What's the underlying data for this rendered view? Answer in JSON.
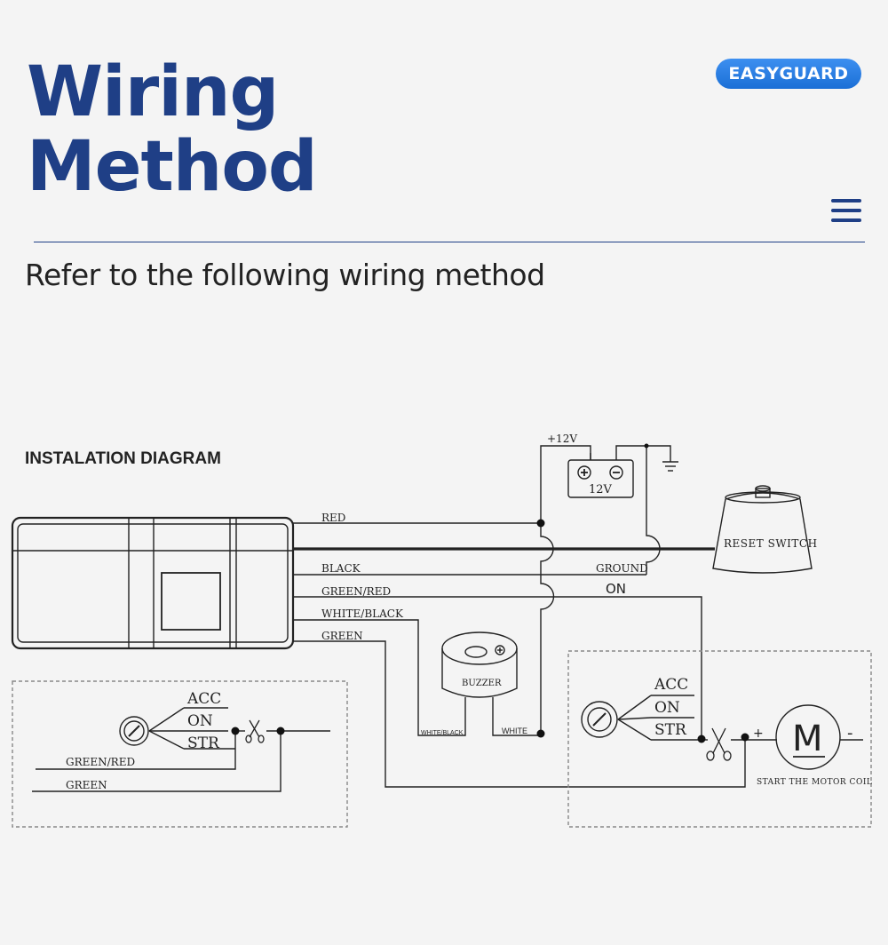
{
  "header": {
    "title_line1": "Wiring",
    "title_line2": "Method",
    "brand": "EASYGUARD",
    "subtitle": "Refer to the following wiring method"
  },
  "colors": {
    "accent": "#1f3f86",
    "brand": "#1b6fd6"
  },
  "icons": {
    "menu": "menu-icon",
    "scissors": "scissors-icon",
    "motor": "motor-icon"
  },
  "diagram": {
    "heading": "INSTALATION DIAGRAM",
    "battery_plus": "+12V",
    "battery_label": "12V",
    "reset_switch": "RESET SWITCH",
    "wire_red": "RED",
    "wire_black": "BLACK",
    "wire_green_red": "GREEN/RED",
    "wire_white_black": "WHITE/BLACK",
    "wire_green": "GREEN",
    "ground": "GROUND",
    "on_label": "ON",
    "buzzer": "BUZZER",
    "buzzer_wire_white_black": "WHITE/BLACK",
    "buzzer_wire_white": "WHITE",
    "ignition_left": {
      "acc": "ACC",
      "on": "ON",
      "str": "STR",
      "green_red": "GREEN/RED",
      "green": "GREEN"
    },
    "ignition_right": {
      "acc": "ACC",
      "on": "ON",
      "str": "STR"
    },
    "motor_letter": "M",
    "motor_plus": "+",
    "motor_minus": "-",
    "motor_caption": "START THE MOTOR COIL"
  }
}
